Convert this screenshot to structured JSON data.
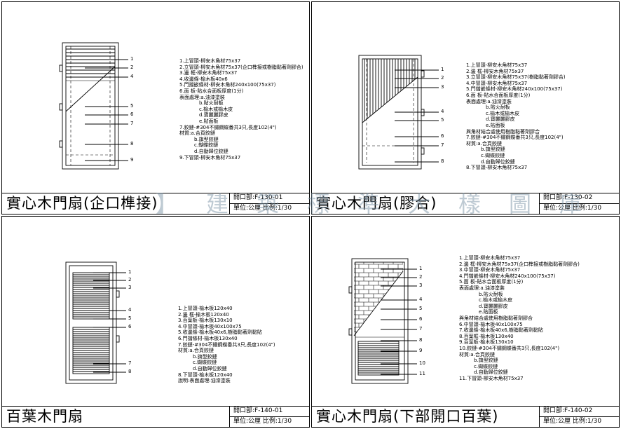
{
  "watermark": "】建築標準大樣圖庫",
  "panels": [
    {
      "title": "實心木門扇(企口榫接)",
      "block": {
        "line1": "開口部:F-130-01",
        "line2": "單位:公厘 比例:1/30"
      },
      "callouts": [
        "1",
        "2",
        "4",
        "5",
        "6",
        "7",
        "8",
        "9"
      ],
      "notes": [
        "1.上冒頭-柳安木角材75x37",
        "2.立冒頭-柳安木角材75x37(企口榫接或樹脂黏著劑膠合)",
        "3.邊 框-柳安木角材75x37",
        "4.收邊條-榆木板40x6",
        "5.門擋嵌條材-柳安木角材240x100(75x37)",
        "6.面 板-貼水合面板厚度(1分)",
        "表面處理:a.油漆塗裝",
        "　　　　b.貼火耐板",
        "　　　　c.榆木或榆木皮",
        "　　　　d.寶麗麗膠皮",
        "　　　　e.貼面板",
        "7.鉸鏈-#304不鏽鋼蝶番共3只,長度102(4\")",
        "材質:a.合頁鉸鏈",
        "　　　b.旗型鉸鏈",
        "　　　c.蝴蝶鉸鏈",
        "　　　d.自動歸位鉸鏈",
        "9.下冒頭-柳安木角材75x37"
      ]
    },
    {
      "title": "實心木門扇(膠合)",
      "block": {
        "line1": "開口部:F-130-02",
        "line2": "單位:公厘 比例:1/30"
      },
      "callouts": [
        "1",
        "2",
        "3",
        "4",
        "5",
        "6",
        "7",
        "8"
      ],
      "notes": [
        "1.上冒頭-柳安木角材75x37",
        "2.邊 框-柳安木角材75x37",
        "3.立冒頭-柳安木角材75x37(樹脂黏著劑膠合)",
        "4.中冒頭-柳安木角材75x37",
        "5.門擋嵌條材-柳安木角材240x100(75x37)",
        "6.面 板-貼水合面板厚度(1分)",
        "表面處理:a.油漆塗裝",
        "　　　　b.貼火耐板",
        "　　　　c.榆木或榆木皮",
        "　　　　d.寶麗麗膠皮",
        "　　　　e.貼面板",
        "與角材結合處使用樹脂黏著劑膠合",
        "7.鉸鏈-#304不鏽鋼蝶番共3只,長度102(4\")",
        "材質:a.合頁鉸鏈",
        "　　　b.旗型鉸鏈",
        "　　　c.蝴蝶鉸鏈",
        "　　　d.自動歸位鉸鏈",
        "8.下冒頭-柳安木角材75x37"
      ]
    },
    {
      "title": "百葉木門扇",
      "block": {
        "line1": "開口部:F-140-01",
        "line2": "單位:公厘 比例:1/30"
      },
      "callouts": [
        "1",
        "2",
        "3",
        "4",
        "5",
        "6",
        "7",
        "8"
      ],
      "notes": [
        "1.上冒頭-榆木板120x40",
        "2.邊 框-榆木板120x40",
        "3.百葉板-榆木板130x10",
        "4.中冒頭-榆木板40x100x75",
        "5.收邊條-榆木板40x6,樹脂黏著劑黏貼",
        "6.門擋條材-榆木板130x40",
        "7.鉸鏈-#304不鏽鋼蝶番共3只,長度102(4\")",
        "材質:a.合頁鉸鏈",
        "　　　b.旗型鉸鏈",
        "　　　c.蝴蝶鉸鏈",
        "　　　d.自動歸位鉸鏈",
        "8.下冒頭-榆木板120x40",
        "說明:表面處理:油漆塗裝"
      ]
    },
    {
      "title": "實心木門扇(下部開口百葉)",
      "block": {
        "line1": "開口部:F-140-02",
        "line2": "單位:公厘 比例:1/30"
      },
      "callouts": [
        "1",
        "2",
        "3",
        "4",
        "5",
        "6",
        "7",
        "8",
        "9",
        "10",
        "11"
      ],
      "notes": [
        "1.上冒頭-柳安木角材75x37",
        "2.邊 框-柳安木角材75x37(企口榫接或樹脂黏著劑膠合)",
        "3.中冒頭-柳安木角材75x37",
        "4.門擋嵌條材-柳安木角材240x100(75x37)",
        "5.面 板-貼水合面板厚度(1分)",
        "表面處理:a.油漆塗裝",
        "　　　　b.貼火耐板",
        "　　　　c.榆木或榆木皮",
        "　　　　d.寶麗麗膠皮",
        "　　　　e.貼面板",
        "與角材結合處使用樹脂黏著劑膠合",
        "6.中冒頭-榆木板40x100x75",
        "7.收邊條-榆木板40x6,樹脂黏著劑黏貼",
        "8.百葉框-榆木板130x40",
        "9.百葉板-榆木板130x10",
        "10.鉸鏈-#304不鏽鋼蝶番共3只,長度102(4\")",
        "材質:a.合頁鉸鏈",
        "　　　b.旗型鉸鏈",
        "　　　c.蝴蝶鉸鏈",
        "　　　d.自動歸位鉸鏈",
        "11.下冒頭-柳安木角材75x37"
      ]
    }
  ]
}
